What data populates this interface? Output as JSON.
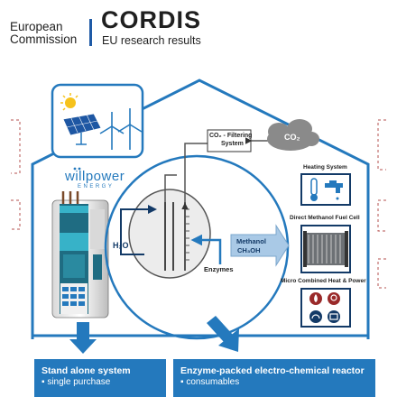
{
  "header": {
    "org_line1": "European",
    "org_line2": "Commission",
    "brand": "CORDIS",
    "subtitle": "EU research results"
  },
  "diagram": {
    "company_logo": "willpower",
    "company_logo_sub": "ENERGY",
    "co2_filtering_line1": "CO₂ - Filtering",
    "co2_filtering_line2": "System",
    "co2_cloud": "CO₂",
    "h2o": "H₂O",
    "enzymes": "Enzymes",
    "methanol_line1": "Methanol",
    "methanol_line2": "CH₃OH",
    "heating_system": "Heating System",
    "dmfc": "Direct Methanol Fuel Cell",
    "mchp": "Micro Combined Heat & Power"
  },
  "bottom": {
    "left_title": "Stand alone system",
    "left_bullet": "▪ single purchase",
    "right_title": "Enzyme-packed electro-chemical reactor",
    "right_bullet": "▪ consumables"
  },
  "colors": {
    "brand_blue": "#2479bd",
    "dark_navy": "#133a67",
    "cloud_gray": "#8a8a8a",
    "dashed_red": "#b5524f"
  },
  "icons": [
    "solar-panel-icon",
    "wind-turbine-icon",
    "sun-icon",
    "thermometer-icon",
    "faucet-icon",
    "fuel-cell-stack-icon",
    "lightbulb-icon",
    "flame-icon",
    "gauge-icon",
    "battery-icon",
    "arrow-down-icon"
  ]
}
